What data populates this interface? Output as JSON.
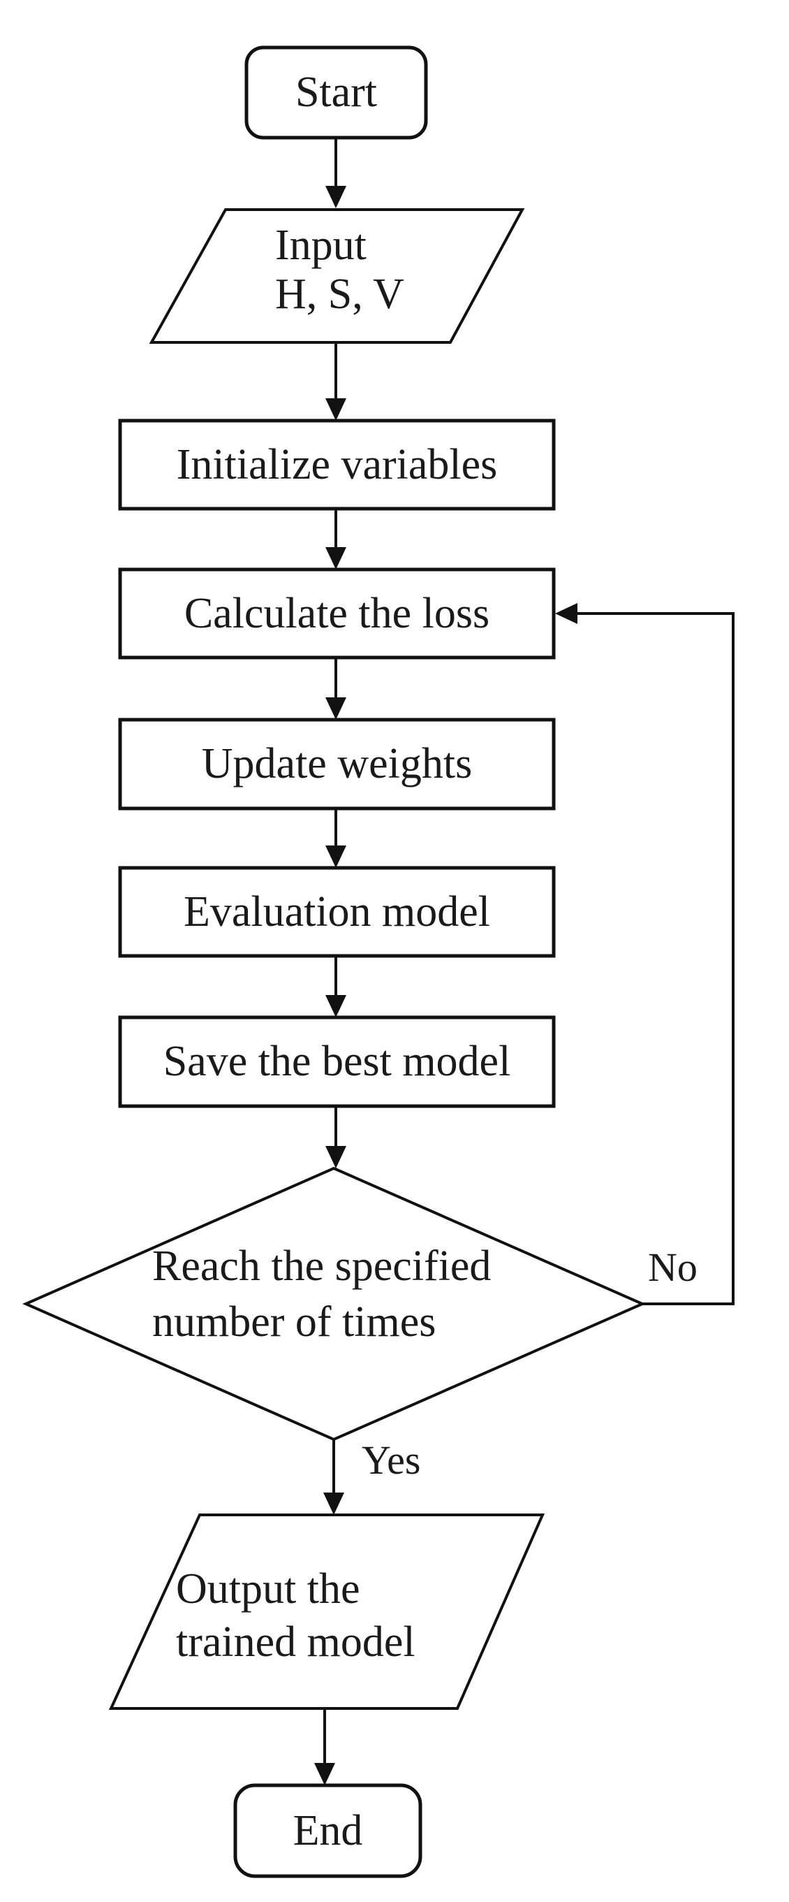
{
  "nodes": {
    "start": {
      "label": "Start",
      "type": "terminator"
    },
    "input": {
      "line1": "Input",
      "line2": "H, S, V",
      "type": "io"
    },
    "initialize": {
      "label": "Initialize variables",
      "type": "process"
    },
    "calculate": {
      "label": "Calculate the loss",
      "type": "process"
    },
    "update": {
      "label": "Update weights",
      "type": "process"
    },
    "evaluate": {
      "label": "Evaluation model",
      "type": "process"
    },
    "save": {
      "label": "Save the best model",
      "type": "process"
    },
    "decision": {
      "line1": "Reach the specified",
      "line2": "number of times",
      "type": "decision"
    },
    "output": {
      "line1": "Output the",
      "line2": "trained model",
      "type": "io"
    },
    "end": {
      "label": "End",
      "type": "terminator"
    }
  },
  "edges": {
    "no_label": "No",
    "yes_label": "Yes"
  },
  "colors": {
    "stroke": "#111111",
    "text": "#1a1a1a",
    "background": "#ffffff"
  }
}
